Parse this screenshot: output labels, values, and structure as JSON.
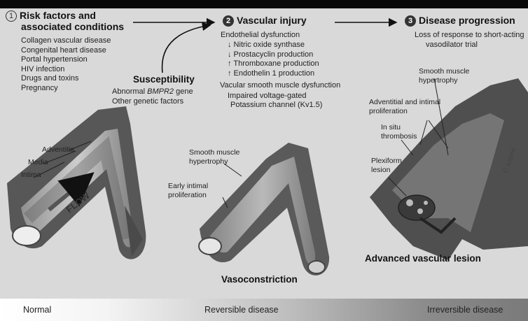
{
  "panels": {
    "risk": {
      "number": "1",
      "title_line1": "Risk factors and",
      "title_line2": "associated conditions",
      "items": [
        "Collagen vascular disease",
        "Congenital heart disease",
        "Portal hypertension",
        "HIV infection",
        "Drugs and toxins",
        "Pregnancy"
      ]
    },
    "susceptibility": {
      "title": "Susceptibility",
      "line1_prefix": "Abnormal ",
      "line1_gene": "BMPR2",
      "line1_suffix": " gene",
      "line2": "Other genetic factors"
    },
    "injury": {
      "number": "2",
      "title": "Vascular injury",
      "endo_title": "Endothelial dysfunction",
      "endo_items": [
        "↓ Nitric oxide synthase",
        "↓ Prostacyclin production",
        "↑ Thromboxane production",
        "↑ Endothelin 1 production"
      ],
      "smooth_title": "Vacular smooth muscle dysfunction",
      "smooth_line1": "Impaired voltage-gated",
      "smooth_line2": "Potassium channel (Kv1.5)"
    },
    "progression": {
      "number": "3",
      "title": "Disease progression",
      "line1": "Loss of response to short-acting",
      "line2": "vasodilator trial"
    }
  },
  "labels": {
    "adventitia": "Adventitia",
    "media": "Media",
    "intima": "Intima",
    "flow": "FLOW",
    "smooth1_a": "Smooth muscle",
    "smooth1_b": "hypertrophy",
    "early1": "Early intimal",
    "early2": "proliferation",
    "vasoconstriction": "Vasoconstriction",
    "smooth2_a": "Smooth muscle",
    "smooth2_b": "hypertrophy",
    "adv1": "Adventitial and intimal",
    "adv2": "proliferation",
    "insitu1": "In situ",
    "insitu2": "thrombosis",
    "plex1": "Plexiform",
    "plex2": "lesion",
    "advanced": "Advanced vascular lesion",
    "signature": "C. Lepine"
  },
  "stages": {
    "normal": "Normal",
    "reversible": "Reversible disease",
    "irreversible": "Irreversible disease"
  }
}
